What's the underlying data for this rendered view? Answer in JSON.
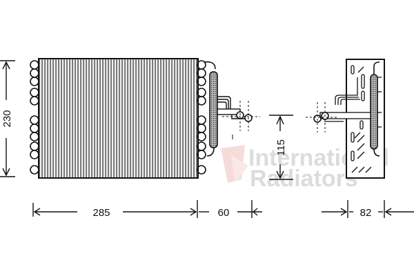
{
  "drawing": {
    "subject": "evaporator technical drawing",
    "line_color": "#111111",
    "fin_color": "#9a9a9a"
  },
  "dimensions": {
    "height": "230",
    "width": "285",
    "depth": "60",
    "pipe_offset": "115",
    "side_width": "82"
  },
  "watermark": {
    "line1": "International",
    "line2": "Radiators",
    "text_color": "#dcdcdc",
    "logo_color": "#f3c9c9"
  }
}
